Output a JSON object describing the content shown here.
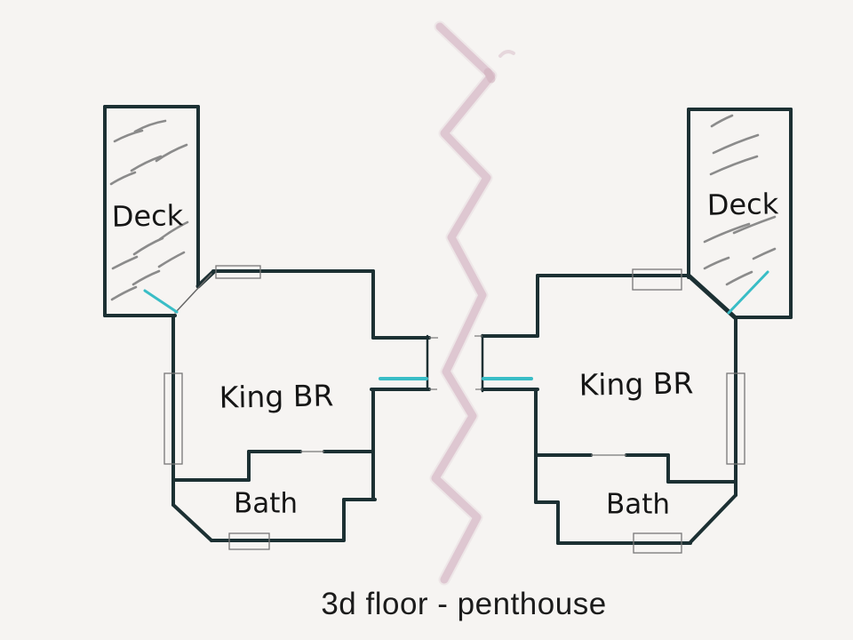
{
  "floorplan": {
    "caption": "3d floor - penthouse",
    "units": [
      {
        "id": "left",
        "deck": "Deck",
        "bedroom": "King BR",
        "bath": "Bath"
      },
      {
        "id": "right",
        "deck": "Deck",
        "bedroom": "King BR",
        "bath": "Bath"
      }
    ]
  },
  "colors": {
    "background": "#f6f4f2",
    "wall": "#1c3033",
    "door": "#39bdc6",
    "hatch": "#8b8b8b",
    "tear": "#d9bfca",
    "tear_dark": "#cfaebc",
    "text": "#161616",
    "window": "#777777",
    "thin": "#666666"
  }
}
